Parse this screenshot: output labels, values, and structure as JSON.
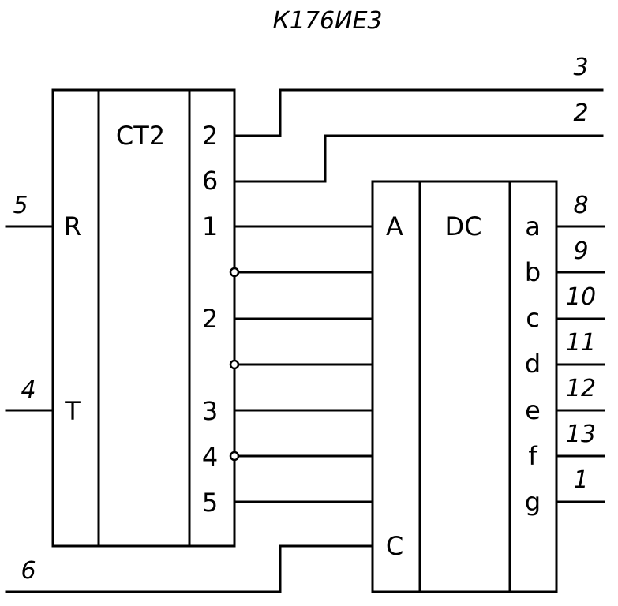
{
  "title": "К176ИЕ3",
  "counter": {
    "label": "CT2",
    "inputs": [
      {
        "label": "R",
        "pin": "5"
      },
      {
        "label": "T",
        "pin": "4"
      }
    ],
    "outputs": [
      "2",
      "6",
      "1",
      "2",
      "3",
      "4",
      "5"
    ]
  },
  "decoder": {
    "label": "DC",
    "inputs": [
      "A",
      "C"
    ],
    "outputs": [
      {
        "label": "a",
        "pin": "8"
      },
      {
        "label": "b",
        "pin": "9"
      },
      {
        "label": "c",
        "pin": "10"
      },
      {
        "label": "d",
        "pin": "11"
      },
      {
        "label": "e",
        "pin": "12"
      },
      {
        "label": "f",
        "pin": "13"
      },
      {
        "label": "g",
        "pin": "1"
      }
    ]
  },
  "external_pins": {
    "carry_out_3": "3",
    "carry_out_2": "2",
    "decoder_c_pin": "6"
  }
}
